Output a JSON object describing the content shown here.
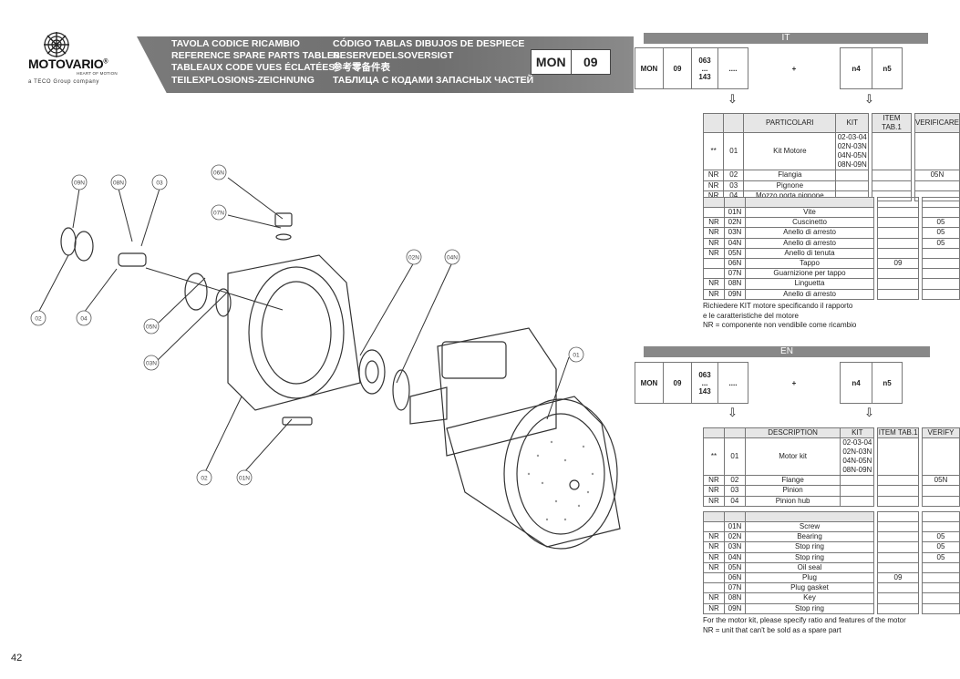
{
  "brand": {
    "name": "MOTOVARIO",
    "registered": "®",
    "tagline": "HEART OF MOTION",
    "group": "a TECO Group company"
  },
  "header": {
    "titles_left": [
      "TAVOLA CODICE RICAMBIO",
      "REFERENCE SPARE PARTS TABLES",
      "TABLEAUX CODE VUES ÉCLATÉES",
      "TEILEXPLOSIONS-ZEICHNUNG"
    ],
    "titles_right": [
      "CÓDIGO TABLAS DIBUJOS DE DESPIECE",
      "RESERVEDELSOVERSIGT",
      "参考零备件表",
      "ТАБЛИЦА С КОДАМИ ЗАПАСНЫХ ЧАСТЕЙ"
    ],
    "code": [
      "MON",
      "09"
    ]
  },
  "page_number": "42",
  "drawing": {
    "callouts": [
      "09N",
      "08N",
      "03",
      "06N",
      "07N",
      "02N",
      "04N",
      "01",
      "02",
      "04",
      "05N",
      "03N",
      "02",
      "01N"
    ]
  },
  "sections": [
    {
      "lang": "IT",
      "format": {
        "c1": "MON",
        "c2": "09",
        "c3": [
          "063",
          "...",
          "143"
        ],
        "c4": "....",
        "plus": "+",
        "c5": "n4",
        "c6": "n5"
      },
      "table1": {
        "headers": [
          "",
          "",
          "PARTICOLARI",
          "KIT",
          "ITEM TAB.1",
          "VERIFICARE"
        ],
        "rows": [
          [
            "**",
            "01",
            "Kit Motore",
            "02-03-04\n02N-03N\n04N-05N\n08N-09N",
            "",
            ""
          ],
          [
            "NR",
            "02",
            "Flangia",
            "",
            "",
            "05N"
          ],
          [
            "NR",
            "03",
            "Pignone",
            "",
            "",
            ""
          ],
          [
            "NR",
            "04",
            "Mozzo porta pignone",
            "",
            "",
            ""
          ]
        ]
      },
      "table2": {
        "rows": [
          [
            "",
            "01N",
            "Vite",
            "",
            ""
          ],
          [
            "NR",
            "02N",
            "Cuscinetto",
            "",
            "05"
          ],
          [
            "NR",
            "03N",
            "Anello di arresto",
            "",
            "05"
          ],
          [
            "NR",
            "04N",
            "Anello di arresto",
            "",
            "05"
          ],
          [
            "NR",
            "05N",
            "Anello di tenuta",
            "",
            ""
          ],
          [
            "",
            "06N",
            "Tappo",
            "09",
            ""
          ],
          [
            "",
            "07N",
            "Guarnizione per tappo",
            "",
            ""
          ],
          [
            "NR",
            "08N",
            "Linguetta",
            "",
            ""
          ],
          [
            "NR",
            "09N",
            "Anello di arresto",
            "",
            ""
          ]
        ]
      },
      "notes": [
        "Richiedere KIT motore specificando il rapporto",
        "e le caratteristiche del motore",
        "NR = componente non vendibile come ricambio"
      ]
    },
    {
      "lang": "EN",
      "format": {
        "c1": "MON",
        "c2": "09",
        "c3": [
          "063",
          "...",
          "143"
        ],
        "c4": "....",
        "plus": "+",
        "c5": "n4",
        "c6": "n5"
      },
      "table1": {
        "headers": [
          "",
          "",
          "DESCRIPTION",
          "KIT",
          "ITEM TAB.1",
          "VERIFY"
        ],
        "rows": [
          [
            "**",
            "01",
            "Motor kit",
            "02-03-04\n02N-03N\n04N-05N\n08N-09N",
            "",
            ""
          ],
          [
            "NR",
            "02",
            "Flange",
            "",
            "",
            "05N"
          ],
          [
            "NR",
            "03",
            "Pinion",
            "",
            "",
            ""
          ],
          [
            "NR",
            "04",
            "Pinion hub",
            "",
            "",
            ""
          ]
        ]
      },
      "table2": {
        "rows": [
          [
            "",
            "01N",
            "Screw",
            "",
            ""
          ],
          [
            "NR",
            "02N",
            "Bearing",
            "",
            "05"
          ],
          [
            "NR",
            "03N",
            "Stop ring",
            "",
            "05"
          ],
          [
            "NR",
            "04N",
            "Stop ring",
            "",
            "05"
          ],
          [
            "NR",
            "05N",
            "Oil seal",
            "",
            ""
          ],
          [
            "",
            "06N",
            "Plug",
            "09",
            ""
          ],
          [
            "",
            "07N",
            "Plug gasket",
            "",
            ""
          ],
          [
            "NR",
            "08N",
            "Key",
            "",
            ""
          ],
          [
            "NR",
            "09N",
            "Stop ring",
            "",
            ""
          ]
        ]
      },
      "notes": [
        "For the motor kit, please specify ratio and features of the motor",
        "NR = unit that can't be sold as a spare part"
      ]
    }
  ]
}
